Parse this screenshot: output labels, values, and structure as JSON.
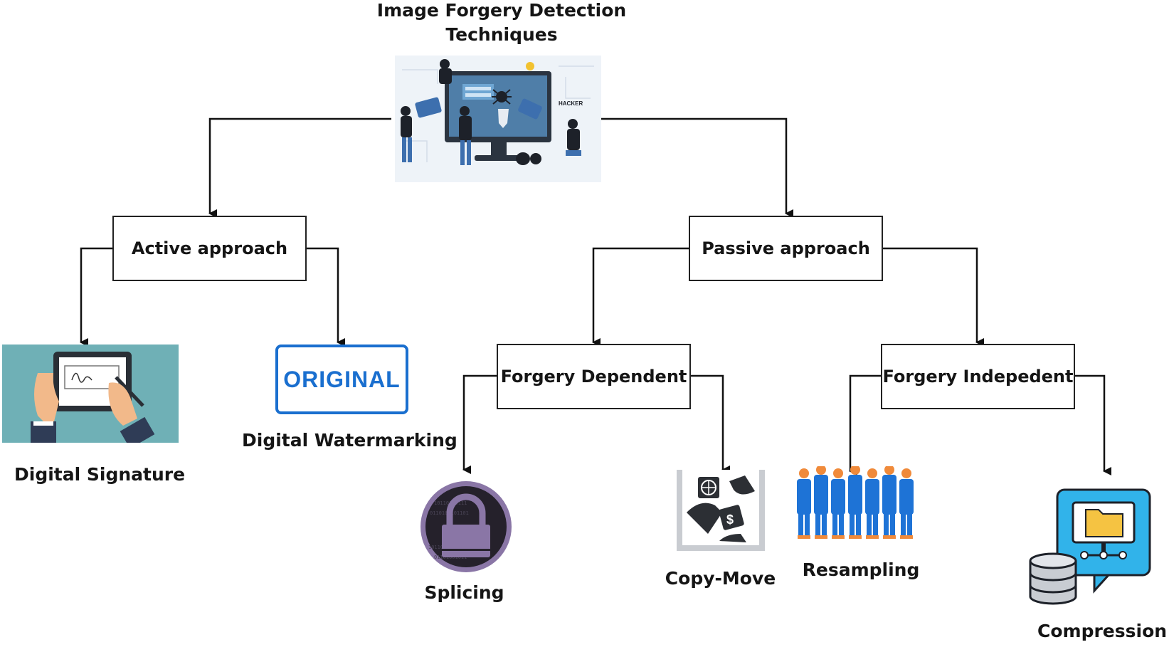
{
  "root": {
    "title_line1": "Image Forgery Detection",
    "title_line2": "Techniques"
  },
  "nodes": {
    "active": "Active approach",
    "passive": "Passive approach",
    "forgery_dependent": "Forgery Dependent",
    "forgery_independent": "Forgery Indepedent"
  },
  "leaves": {
    "digital_signature": "Digital Signature",
    "digital_watermarking": "Digital Watermarking",
    "watermark_badge": "ORIGINAL",
    "splicing": "Splicing",
    "copy_move": "Copy-Move",
    "resampling": "Resampling",
    "compression": "Compression"
  },
  "hero_image": {
    "screen_text": "HACKER"
  },
  "colors": {
    "line": "#111111",
    "box_border": "#222222",
    "badge_blue": "#1a6fcf",
    "figure_blue": "#1e73d6",
    "teal": "#6fb0b6",
    "lock_purple": "#8a76a6"
  }
}
